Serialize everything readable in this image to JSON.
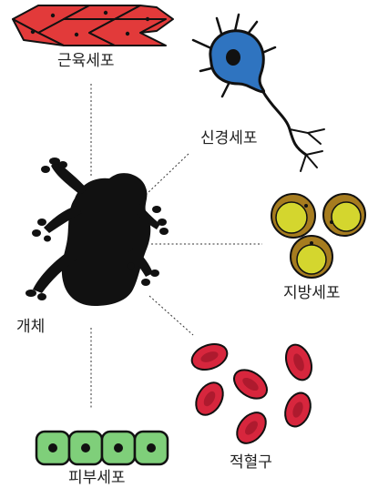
{
  "labels": {
    "muscle": "근육세포",
    "nerve": "신경세포",
    "fat": "지방세포",
    "organism": "개체",
    "skin": "피부세포",
    "blood": "적혈구"
  },
  "colors": {
    "muscle_fill": "#e23a3a",
    "neuron_body": "#2f74c0",
    "fat_fill": "#d4d62e",
    "fat_ring": "#a67c1f",
    "blood_fill": "#d7263d",
    "skin_fill": "#7fcf7a",
    "ink": "#111111"
  },
  "icons": {
    "organism": "frog-silhouette-icon",
    "muscle": "muscle-cell-icon",
    "nerve": "neuron-icon",
    "fat": "fat-cell-icon",
    "blood": "red-blood-cell-icon",
    "skin": "skin-cell-icon"
  }
}
